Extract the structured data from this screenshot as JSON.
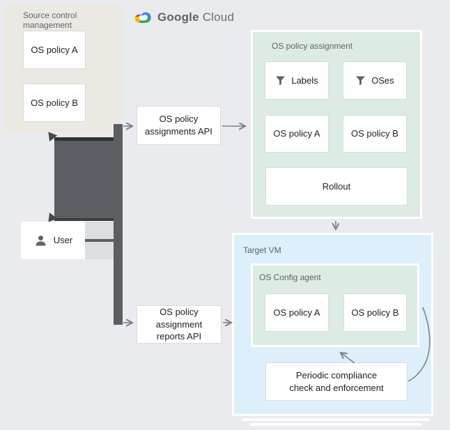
{
  "colors": {
    "canvas_bg": "#e9ebee",
    "beige_panel": "#ece9e2",
    "green_panel": "#ddece3",
    "blue_panel": "#ddeffa",
    "dark_arrow": "#5b5f63",
    "thin_arrow": "#7f8488",
    "panel_title_gray": "#5f6368",
    "box_border": "#d8dadd",
    "logo_blue": "#4285F4",
    "logo_red": "#EA4335",
    "logo_yellow": "#FBBC05",
    "logo_green": "#34A853"
  },
  "logo": {
    "brand": "Google",
    "product": "Cloud"
  },
  "source_control": {
    "title": "Source control management",
    "policy_a": "OS policy A",
    "policy_b": "OS policy B"
  },
  "user": {
    "label": "User"
  },
  "assignments_api": {
    "label": "OS policy\nassignments API"
  },
  "reports_api": {
    "label": "OS policy\nassignment\nreports API"
  },
  "policy_assignment": {
    "title": "OS policy assignment",
    "labels": "Labels",
    "oses": "OSes",
    "policy_a": "OS policy A",
    "policy_b": "OS policy B",
    "rollout": "Rollout"
  },
  "target_vm": {
    "title": "Target VM",
    "agent_title": "OS Config agent",
    "policy_a": "OS policy A",
    "policy_b": "OS policy B",
    "periodic": "Periodic compliance\ncheck and enforcement"
  }
}
